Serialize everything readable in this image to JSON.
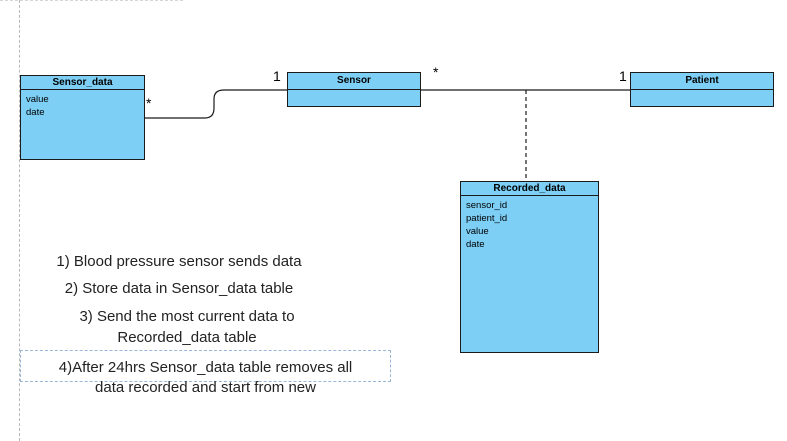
{
  "classes": {
    "sensor_data": {
      "title": "Sensor_data",
      "attributes": [
        "value",
        "date"
      ]
    },
    "sensor": {
      "title": "Sensor",
      "attributes": []
    },
    "patient": {
      "title": "Patient",
      "attributes": []
    },
    "recorded_data": {
      "title": "Recorded_data",
      "attributes": [
        "sensor_id",
        "patient_id",
        "value",
        "date"
      ]
    }
  },
  "multiplicities": {
    "sensor_data_side": "*",
    "sensor_side_left": "1",
    "sensor_side_right": "*",
    "patient_side": "1"
  },
  "notes": {
    "step1": "1) Blood pressure sensor sends data",
    "step2": "2) Store data in Sensor_data table",
    "step3_line1": "3) Send the most current data to",
    "step3_line2": "Recorded_data table",
    "step4_line1": "4)After 24hrs Sensor_data table removes all",
    "step4_line2": "data recorded and start from new"
  },
  "colors": {
    "class_fill": "#7dcff5",
    "class_border": "#1b1b1b",
    "line": "#1b1b1b"
  }
}
